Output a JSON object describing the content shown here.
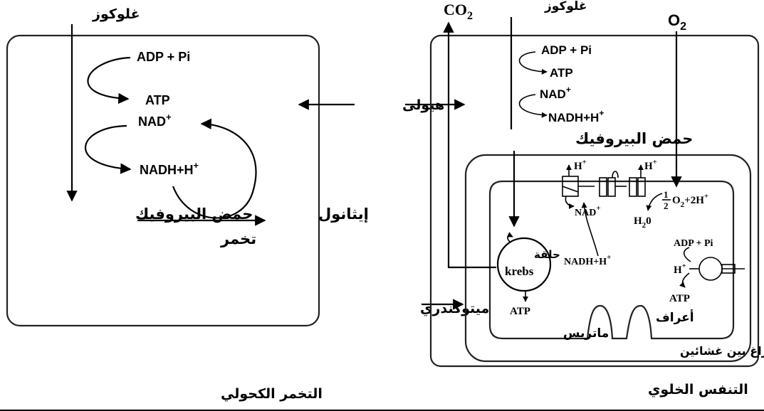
{
  "left_panel": {
    "glucose": "غلوكوز",
    "adp_pi": "ADP + Pi",
    "atp": "ATP",
    "nad_base": "NAD",
    "nadh_base": "NADH+H",
    "plus": "+",
    "pyruvic": "حمض البيروفيك",
    "ethanol": "إيثانول",
    "fermentation": "تخمر",
    "caption": "التخمر الكحولي"
  },
  "middle": {
    "cytoplasm": "هيولى",
    "mitochondrion": "ميتوكندري"
  },
  "right_panel": {
    "co2_base": "CO",
    "o2_base": "O",
    "sub2": "2",
    "glucose": "غلوكوز",
    "adp_pi": "ADP + Pi",
    "atp": "ATP",
    "nad_base": "NAD",
    "nadh_base": "NADH+H",
    "plus": "+",
    "pyruvic": "حمض البيروفيك",
    "h": "H",
    "nad2": "NAD",
    "nadh2": "NADH+H",
    "water_h": "H",
    "water_o": "0",
    "water_sub": "2",
    "half_num": "1",
    "half_den": "2",
    "o2h": "O",
    "o2h_rest": "+2H",
    "krebs_ar": "حلقة",
    "krebs_en": "krebs",
    "atp_krebs": "ATP",
    "adp_pi_small": "ADP + Pi",
    "h_synthase": "H",
    "atp_synthase": "ATP",
    "matrix": "ماتريس",
    "cristae": "أعراف",
    "intermembrane": "فراغ بين غشائين",
    "caption": "التنفس الخلوي"
  }
}
